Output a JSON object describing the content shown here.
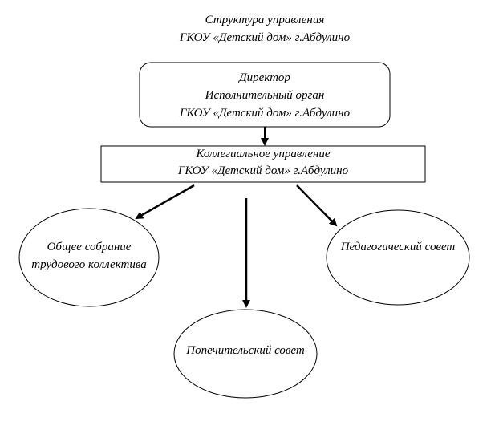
{
  "title": {
    "line1": "Структура управления",
    "line2": "ГКОУ «Детский дом» г.Абдулино"
  },
  "director": {
    "line1": "Директор",
    "line2": "Исполнительный орган",
    "line3": "ГКОУ «Детский дом» г.Абдулино"
  },
  "collegial": {
    "line1": "Коллегиальное  управление",
    "line2": "ГКОУ «Детский дом» г.Абдулино"
  },
  "general_meeting": {
    "line1": "Общее собрание",
    "line2": "трудового коллектива"
  },
  "pedagogical_council": {
    "line1": "Педагогический совет"
  },
  "board_of_trustees": {
    "line1": "Попечительский совет"
  },
  "colors": {
    "stroke": "#000000",
    "background": "#ffffff"
  }
}
